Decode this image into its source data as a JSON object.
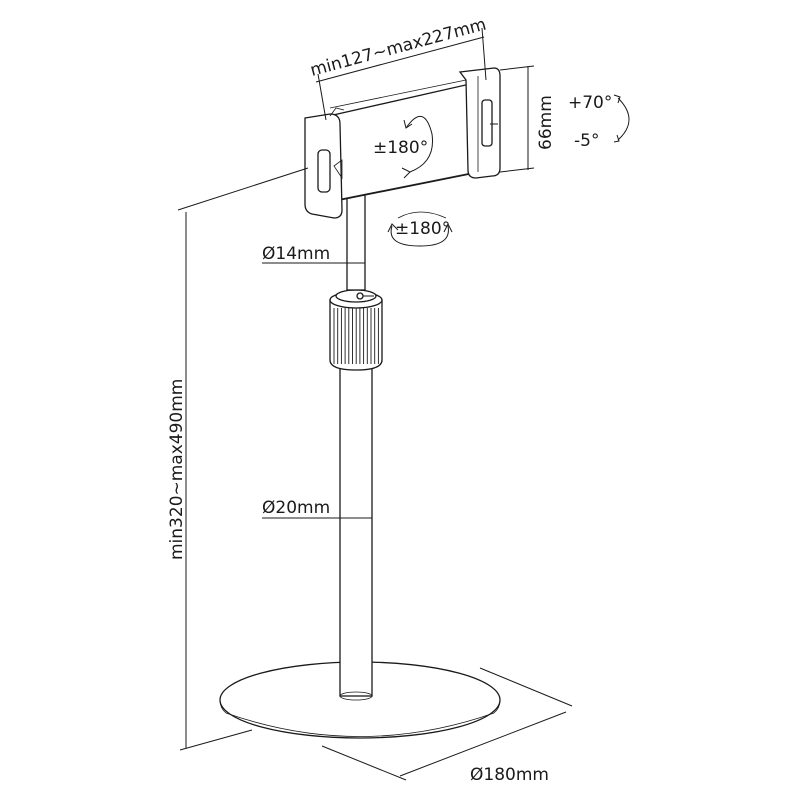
{
  "labels": {
    "width_range": "min127~max227mm",
    "clamp_height": "66mm",
    "tilt_up": "+70°",
    "tilt_down": "-5°",
    "holder_rotation": "±180°",
    "swivel_rotation": "±180°",
    "upper_pole_diameter": "Ø14mm",
    "height_range": "min320~max490mm",
    "lower_pole_diameter": "Ø20mm",
    "base_diameter": "Ø180mm"
  },
  "colors": {
    "line": "#1a1a1a",
    "background": "#ffffff"
  }
}
